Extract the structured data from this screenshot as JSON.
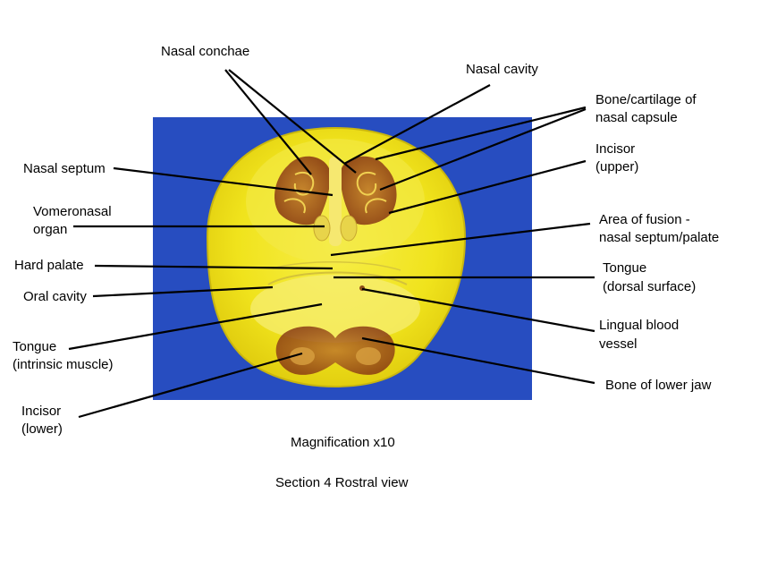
{
  "labels": {
    "nasal_conchae": "Nasal conchae",
    "nasal_cavity": "Nasal cavity",
    "bone_cartilage_1": "Bone/cartilage of",
    "bone_cartilage_2": "nasal capsule",
    "incisor_upper_1": "Incisor",
    "incisor_upper_2": "(upper)",
    "nasal_septum": "Nasal septum",
    "vomeronasal_1": "Vomeronasal",
    "vomeronasal_2": "organ",
    "area_fusion_1": "Area of fusion -",
    "area_fusion_2": "nasal septum/palate",
    "hard_palate": "Hard palate",
    "tongue_dorsal_1": "Tongue",
    "tongue_dorsal_2": "(dorsal surface)",
    "oral_cavity": "Oral cavity",
    "lingual_1": "Lingual blood",
    "lingual_2": "vessel",
    "tongue_intrinsic_1": "Tongue",
    "tongue_intrinsic_2": "(intrinsic muscle)",
    "bone_lower_jaw": "Bone of lower jaw",
    "incisor_lower_1": "Incisor",
    "incisor_lower_2": "(lower)"
  },
  "captions": {
    "magnification": "Magnification x10",
    "section": "Section 4 Rostral view"
  },
  "colors": {
    "background_blue": "#2a52c8",
    "tissue_yellow": "#f2e61e",
    "bone_brown": "#9a4a18"
  }
}
